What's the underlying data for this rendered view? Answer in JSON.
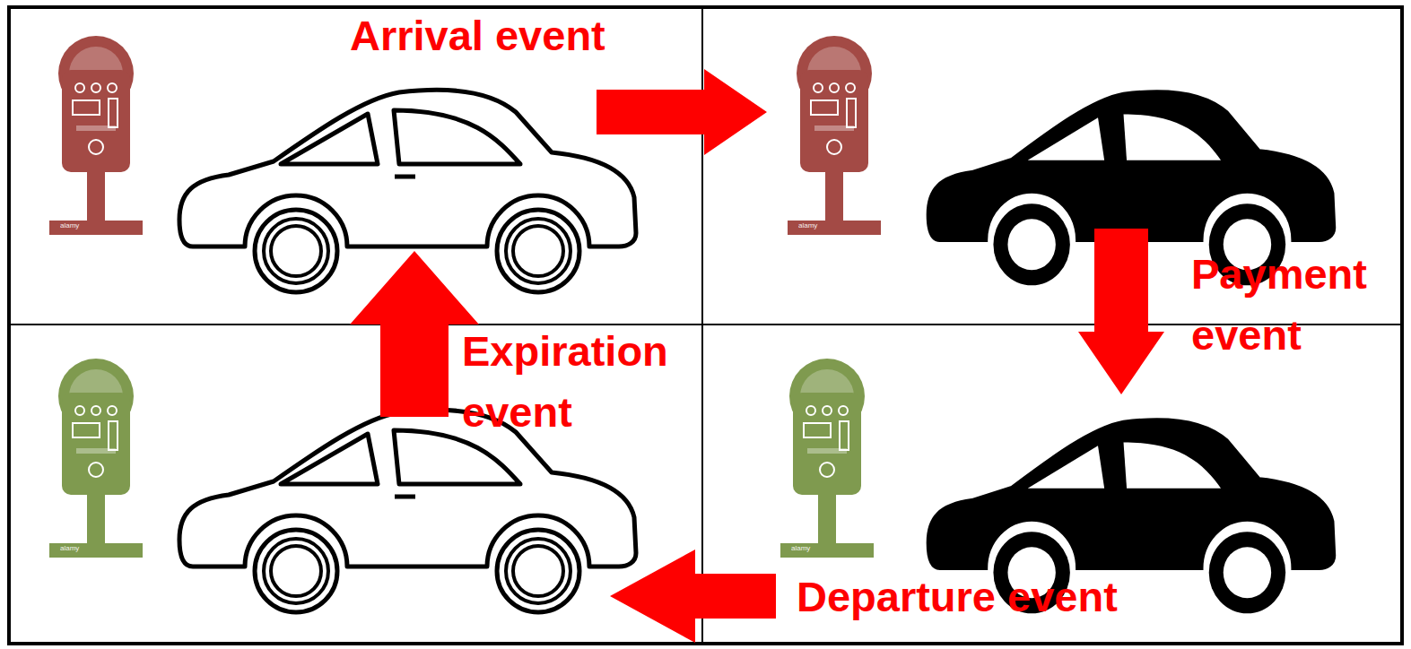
{
  "diagram": {
    "nodes": [
      {
        "text": []
      },
      {
        "text": []
      },
      {
        "text": []
      },
      {
        "text": []
      }
    ],
    "edges": [
      {
        "from": 0,
        "to": 1,
        "arrow": "to",
        "label": "Arrival event"
      },
      {
        "from": 1,
        "to": 3,
        "arrow": "to",
        "label": "Payment event"
      },
      {
        "from": 3,
        "to": 2,
        "arrow": "to",
        "label": "Departure event"
      },
      {
        "from": 2,
        "to": 0,
        "arrow": "to",
        "label": "Expiration event"
      }
    ],
    "labels": [
      "alamy",
      "alamy",
      "alamy",
      "alamy"
    ]
  }
}
